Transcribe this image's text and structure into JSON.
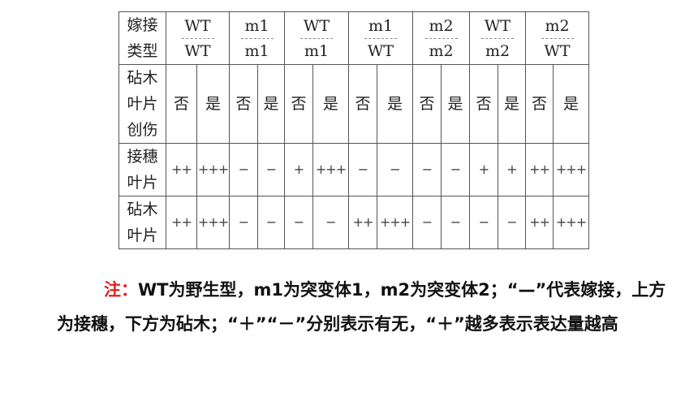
{
  "table": {
    "graft_label": [
      "嫁接",
      "类型"
    ],
    "columns": [
      {
        "scion": "WT",
        "stock": "WT"
      },
      {
        "scion": "m1",
        "stock": "m1"
      },
      {
        "scion": "WT",
        "stock": "m1"
      },
      {
        "scion": "m1",
        "stock": "WT"
      },
      {
        "scion": "m2",
        "stock": "m2"
      },
      {
        "scion": "WT",
        "stock": "m2"
      },
      {
        "scion": "m2",
        "stock": "WT"
      }
    ],
    "wound_label": [
      "砧木",
      "叶片",
      "创伤"
    ],
    "wound_values": [
      "否",
      "是",
      "否",
      "是",
      "否",
      "是",
      "否",
      "是",
      "否",
      "是",
      "否",
      "是",
      "否",
      "是"
    ],
    "scion_label": [
      "接穗",
      "叶片"
    ],
    "scion_values": [
      "++",
      "+++",
      "−",
      "−",
      "+",
      "+++",
      "−",
      "−",
      "−",
      "−",
      "+",
      "+",
      "++",
      "+++"
    ],
    "stock_label": [
      "砧木",
      "叶片"
    ],
    "stock_values": [
      "++",
      "+++",
      "−",
      "−",
      "−",
      "−",
      "++",
      "+++",
      "−",
      "−",
      "−",
      "−",
      "++",
      "+++"
    ]
  },
  "note": {
    "label": "注：",
    "text": "WT为野生型，m1为突变体1，m2为突变体2；“—”代表嫁接，上方为接穗，下方为砧木；“＋”“－”分别表示有无，“＋”越多表示表达量越高"
  }
}
